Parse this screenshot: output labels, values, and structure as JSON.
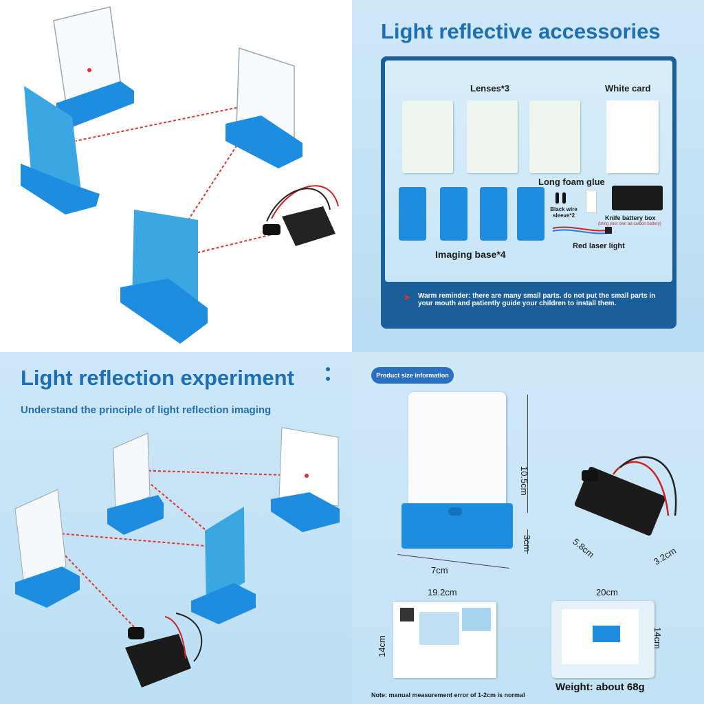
{
  "accessories": {
    "title": "Light reflective accessories",
    "lenses_label": "Lenses*3",
    "white_card_label": "White card",
    "foam_glue_label": "Long foam glue",
    "wire_sleeve_label": "Black wire sleeve*2",
    "battery_box_label": "Knife battery box",
    "battery_note": "(bring your own aa carbon battery)",
    "imaging_base_label": "Imaging base*4",
    "red_laser_label": "Red laser light",
    "warning_text": "Warm reminder: there are many small parts. do not put the small parts in your mouth and patiently guide your children to install them."
  },
  "experiment": {
    "title": "Light reflection experiment",
    "subtitle": "Understand the principle of light reflection imaging"
  },
  "product_size": {
    "badge": "Product size information",
    "card_height": "10.5cm",
    "base_width": "7cm",
    "base_height": "3cm",
    "battery_length": "5.8cm",
    "battery_width": "3.2cm",
    "manual_width": "19.2cm",
    "manual_height": "14cm",
    "package_width": "20cm",
    "package_height": "14cm",
    "note": "Note: manual measurement error of 1-2cm is normal",
    "weight": "Weight: about 68g"
  },
  "colors": {
    "accent_blue": "#1f6fb0",
    "base_blue": "#1e8de0",
    "laser_red": "#e03030",
    "panel_dark": "#1a5e9a"
  }
}
